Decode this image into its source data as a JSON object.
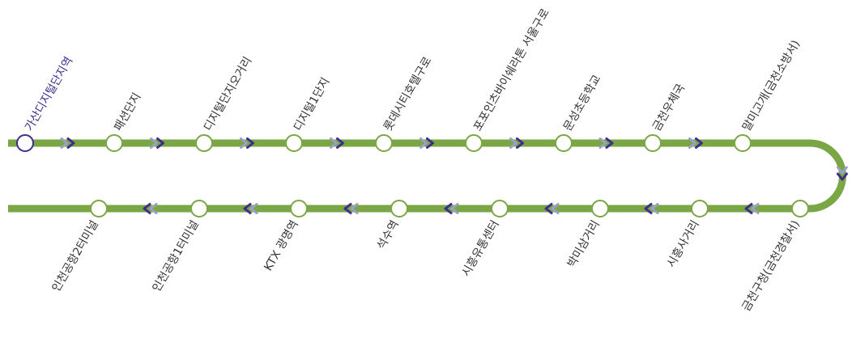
{
  "colors": {
    "line": "#7aa645",
    "station_fill": "#ffffff",
    "current_station_stroke": "#3e2d8c",
    "arrow": "#3e2d8c",
    "arrow_shadow": "#9aa0c8",
    "label": "#333333",
    "current_label": "#3e2d8c"
  },
  "route": {
    "direction_icons": "double-chevron-icon",
    "top_row_stations": [
      {
        "name": "가산디지털단지역",
        "current": true
      },
      {
        "name": "패션단지",
        "current": false
      },
      {
        "name": "디지털단지오거리",
        "current": false
      },
      {
        "name": "디지털1단지",
        "current": false
      },
      {
        "name": "롯데시티호텔구로",
        "current": false
      },
      {
        "name": "포포인츠바이쉐라톤 서울구로",
        "current": false
      },
      {
        "name": "문성초등학교",
        "current": false
      },
      {
        "name": "금천우체국",
        "current": false
      },
      {
        "name": "말미고개(금천소방서)",
        "current": false
      }
    ],
    "bottom_row_stations": [
      {
        "name": "인천공항2터미널",
        "current": false
      },
      {
        "name": "인천공항1터미널",
        "current": false
      },
      {
        "name": "KTX 광명역",
        "current": false
      },
      {
        "name": "석수역",
        "current": false
      },
      {
        "name": "시흥유통센터",
        "current": false
      },
      {
        "name": "박미삼거리",
        "current": false
      },
      {
        "name": "시흥사거리",
        "current": false
      },
      {
        "name": "금천구청(금천경찰서)",
        "current": false
      }
    ]
  }
}
